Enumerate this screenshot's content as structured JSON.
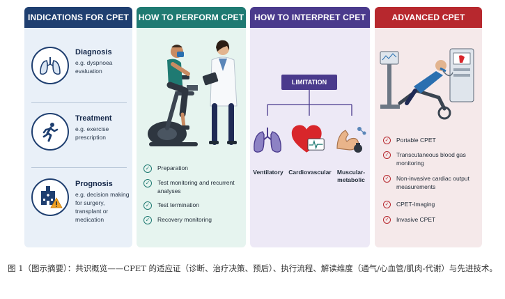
{
  "panels": {
    "indications": {
      "title": "INDICATIONS FOR CPET",
      "items": [
        {
          "title": "Diagnosis",
          "desc": "e.g. dyspnoea evaluation",
          "icon": "lungs-icon"
        },
        {
          "title": "Treatment",
          "desc": "e.g. exercise prescription",
          "icon": "runner-icon"
        },
        {
          "title": "Prognosis",
          "desc": "e.g. decision making for surgery, transplant or medication",
          "icon": "hospital-warning-icon"
        }
      ]
    },
    "perform": {
      "title": "HOW TO PERFORM CPET",
      "steps": [
        "Preparation",
        "Test monitoring and recurrent analyses",
        "Test termination",
        "Recovery monitoring"
      ]
    },
    "interpret": {
      "title": "HOW TO INTERPRET CPET",
      "limitation": "LIMITATION",
      "organs": [
        {
          "label": "Ventilatory",
          "icon": "lungs-icon"
        },
        {
          "label": "Cardiovascular",
          "icon": "heart-ecg-icon"
        },
        {
          "label": "Muscular-metabolic",
          "icon": "muscle-icon"
        }
      ]
    },
    "advanced": {
      "title": "ADVANCED CPET",
      "items": [
        "Portable CPET",
        "Transcutaneous blood gas monitoring",
        "Non-invasive cardiac output measurements",
        "CPET-Imaging",
        "Invasive CPET"
      ]
    }
  },
  "caption": "图 1（图示摘要）：共识概览——CPET 的适应证（诊断、治疗决策、预后）、执行流程、解读维度（通气/心血管/肌肉-代谢）与先进技术。",
  "colors": {
    "navy": "#1f3f70",
    "teal": "#1f7a72",
    "purple": "#4a3a8c",
    "red": "#b7282e"
  }
}
